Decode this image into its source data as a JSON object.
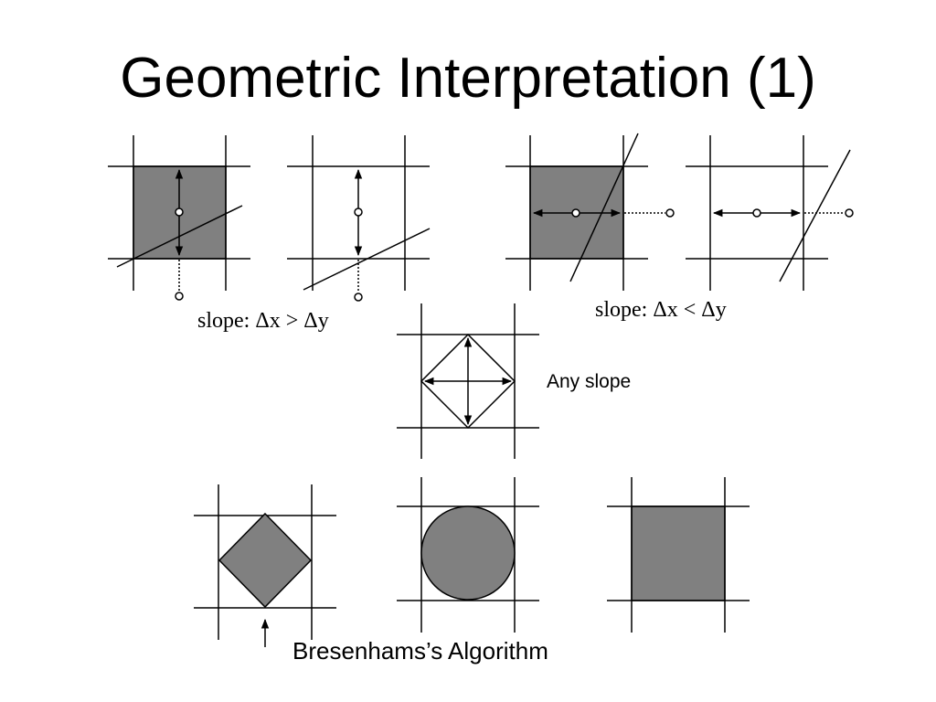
{
  "slide": {
    "title": "Geometric Interpretation (1)",
    "label_slope_x_gt_y": "slope: Δx > Δy",
    "label_slope_x_lt_y": "slope: Δx < Δy",
    "label_any_slope": "Any slope",
    "label_bresenham": "Bresenhams’s Algorithm"
  },
  "colors": {
    "pixel_fill": "#808080",
    "line": "#000000",
    "background": "#ffffff"
  }
}
